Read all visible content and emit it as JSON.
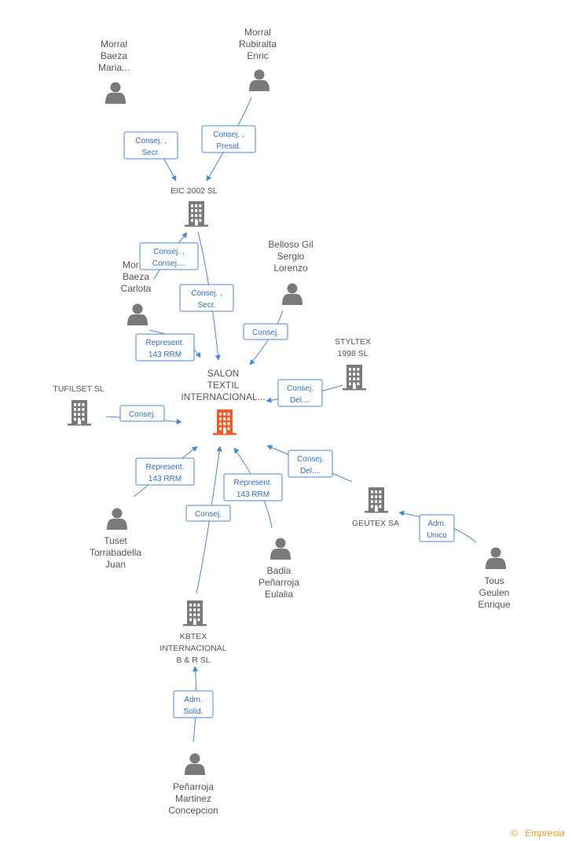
{
  "colors": {
    "edge": "#4a86d8",
    "label_border": "#4a86d8",
    "person": "#7a7a7a",
    "company": "#7a7a7a",
    "focus": "#f05a28",
    "brand": "#f39a1e"
  },
  "nodes": {
    "morral_baeza_maria": {
      "type": "person",
      "lines": [
        "Morral",
        "Baeza",
        "Maria..."
      ],
      "icon": "person-icon"
    },
    "morral_rubiralta_enric": {
      "type": "person",
      "lines": [
        "Morral",
        "Rubiralta",
        "Enric"
      ],
      "icon": "person-icon"
    },
    "eic_2002": {
      "type": "company",
      "lines": [
        "EIC 2002 SL"
      ],
      "icon": "building-icon"
    },
    "morral_baeza_carlota": {
      "type": "person",
      "lines": [
        "Morral",
        "Baeza",
        "Carlota"
      ],
      "icon": "person-icon"
    },
    "belloso_gil": {
      "type": "person",
      "lines": [
        "Belloso Gil",
        "Sergio",
        "Lorenzo"
      ],
      "icon": "person-icon"
    },
    "styltex": {
      "type": "company",
      "lines": [
        "STYLTEX",
        "1998 SL"
      ],
      "icon": "building-icon"
    },
    "tufilset": {
      "type": "company",
      "lines": [
        "TUFILSET SL"
      ],
      "icon": "building-icon"
    },
    "salon_textil": {
      "type": "focus",
      "lines": [
        "SALON",
        "TEXTIL",
        "INTERNACIONAL..."
      ],
      "icon": "building-icon"
    },
    "geutex": {
      "type": "company",
      "lines": [
        "GEUTEX SA"
      ],
      "icon": "building-icon"
    },
    "tuset": {
      "type": "person",
      "lines": [
        "Tuset",
        "Torrabadella",
        "Juan"
      ],
      "icon": "person-icon"
    },
    "badia": {
      "type": "person",
      "lines": [
        "Badia",
        "Peñarroja",
        "Eulalia"
      ],
      "icon": "person-icon"
    },
    "tous": {
      "type": "person",
      "lines": [
        "Tous",
        "Geulen",
        "Enrique"
      ],
      "icon": "person-icon"
    },
    "kbtex": {
      "type": "company",
      "lines": [
        "KBTEX",
        "INTERNACIONAL",
        "B & R SL"
      ],
      "icon": "building-icon"
    },
    "penarroja": {
      "type": "person",
      "lines": [
        "Peñarroja",
        "Martinez",
        "Concepcion"
      ],
      "icon": "person-icon"
    }
  },
  "edges": [
    {
      "from": "morral_baeza_maria",
      "to": "eic_2002",
      "label": [
        "Consej. ,",
        "Secr."
      ]
    },
    {
      "from": "morral_rubiralta_enric",
      "to": "eic_2002",
      "label": [
        "Consej. ,",
        "Presid."
      ]
    },
    {
      "from": "morral_baeza_carlota",
      "to": "eic_2002",
      "label": [
        "Consej. ,",
        "Consej...."
      ]
    },
    {
      "from": "eic_2002",
      "to": "salon_textil",
      "label": [
        "Consej. ,",
        "Secr."
      ]
    },
    {
      "from": "morral_baeza_carlota",
      "to": "salon_textil",
      "label": [
        "Represent.",
        "143 RRM"
      ]
    },
    {
      "from": "belloso_gil",
      "to": "salon_textil",
      "label": [
        "Consej."
      ]
    },
    {
      "from": "styltex",
      "to": "salon_textil",
      "label": [
        "Consej.",
        "Del...."
      ]
    },
    {
      "from": "tufilset",
      "to": "salon_textil",
      "label": [
        "Consej."
      ]
    },
    {
      "from": "geutex",
      "to": "salon_textil",
      "label": [
        "Consej.",
        "Del...."
      ]
    },
    {
      "from": "tuset",
      "to": "salon_textil",
      "label": [
        "Represent.",
        "143 RRM"
      ]
    },
    {
      "from": "kbtex",
      "to": "salon_textil",
      "label": [
        "Consej."
      ]
    },
    {
      "from": "badia",
      "to": "salon_textil",
      "label": [
        "Represent.",
        "143 RRM"
      ]
    },
    {
      "from": "tous",
      "to": "geutex",
      "label": [
        "Adm.",
        "Unico"
      ]
    },
    {
      "from": "penarroja",
      "to": "kbtex",
      "label": [
        "Adm.",
        "Solid."
      ]
    }
  ],
  "footer": {
    "copyright": "©",
    "brand": "Empresia"
  }
}
